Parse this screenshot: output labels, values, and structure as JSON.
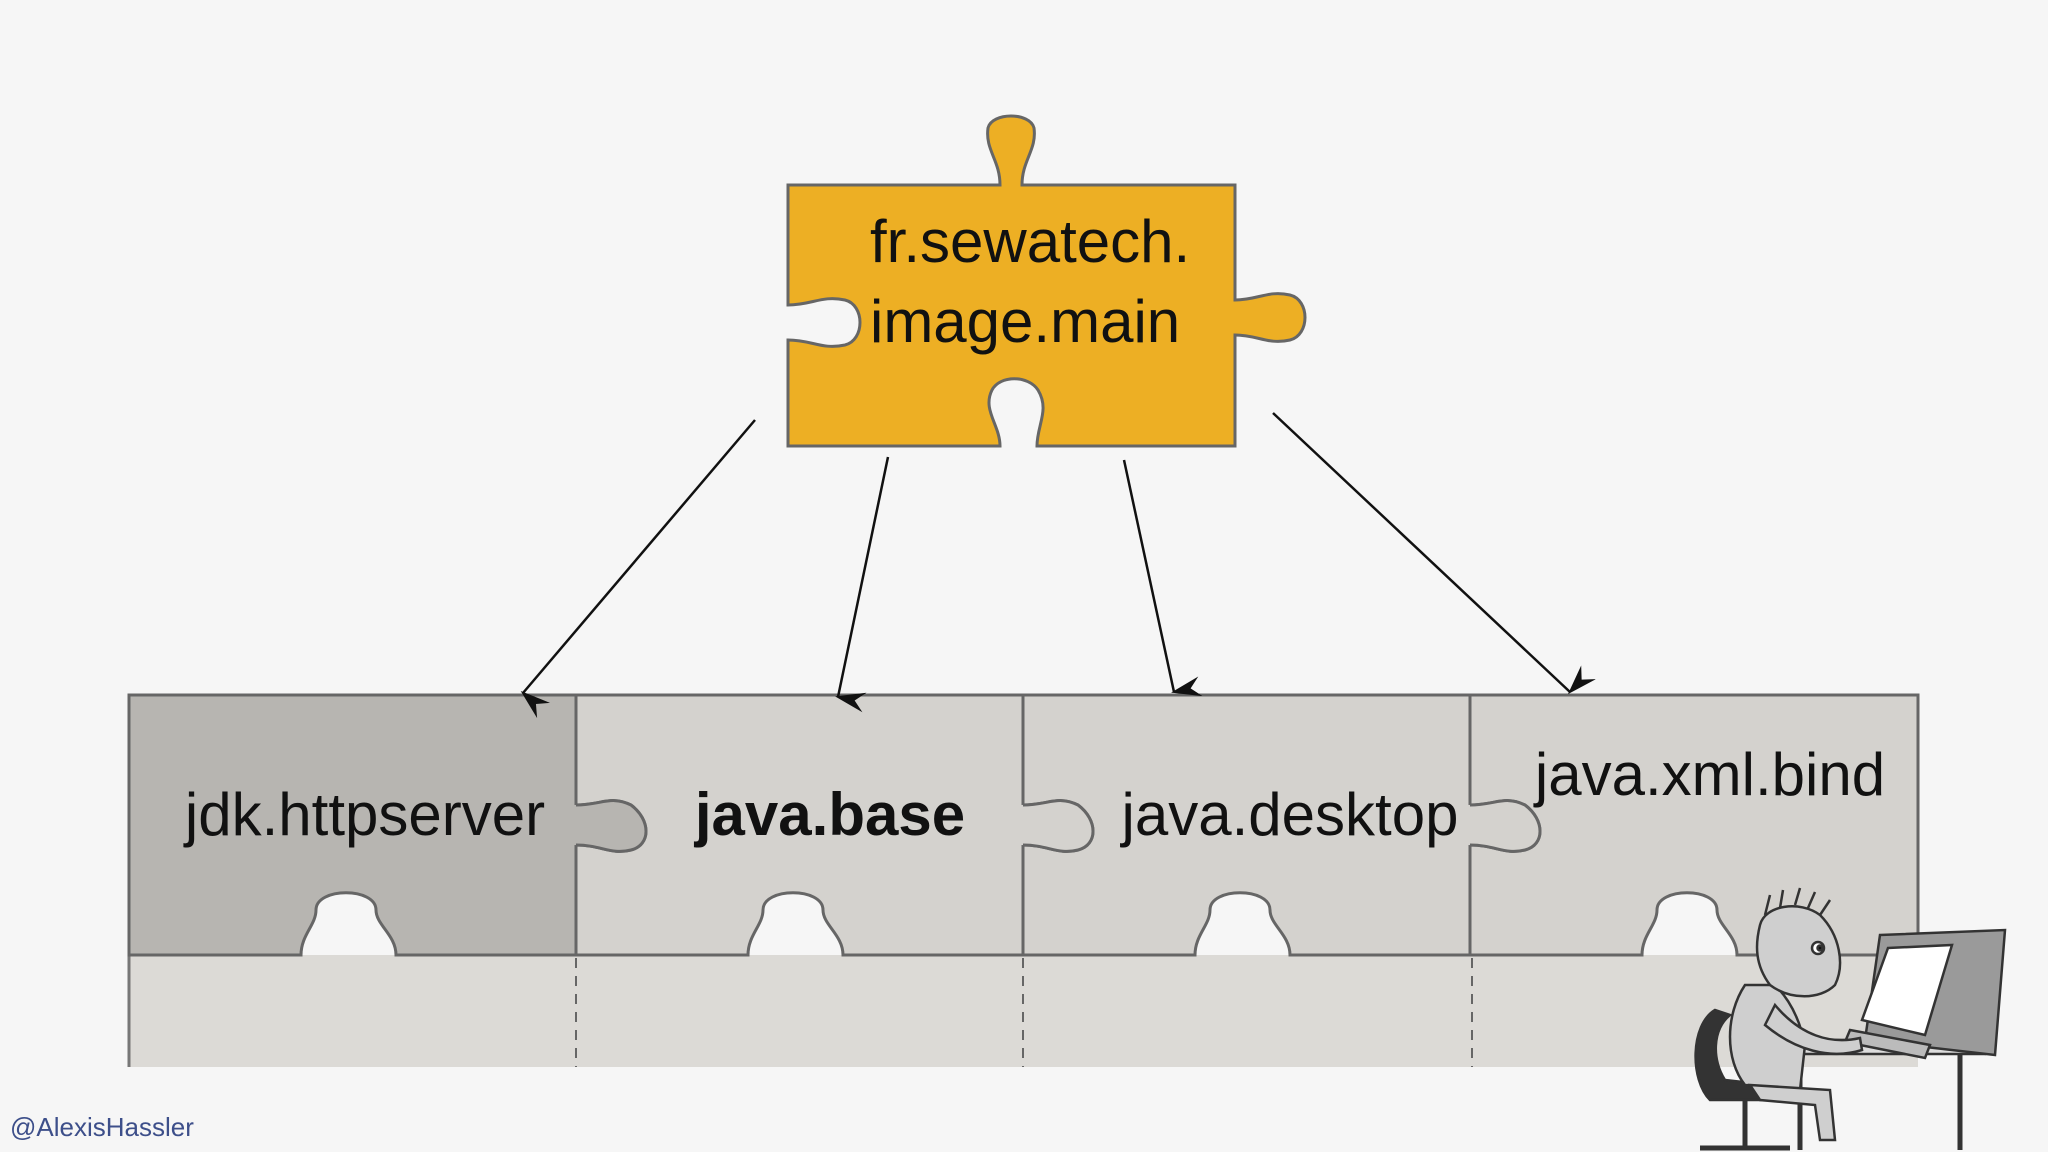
{
  "top_module": {
    "line1": "fr.sewatech.",
    "line2": "image.main",
    "fill": "#EDAF24"
  },
  "modules": [
    {
      "label": "jdk.httpserver",
      "fill": "#B7B5B1",
      "bold": false
    },
    {
      "label": "java.base",
      "fill": "#D4D2CE",
      "bold": true
    },
    {
      "label": "java.desktop",
      "fill": "#D4D2CE",
      "bold": false
    },
    {
      "label": "java.xml.bind",
      "fill": "#D4D2CE",
      "bold": false
    }
  ],
  "lower_row_fill": "#DCDAD6",
  "arrow_count": 4,
  "footer": {
    "handle": "@AlexisHassler"
  }
}
